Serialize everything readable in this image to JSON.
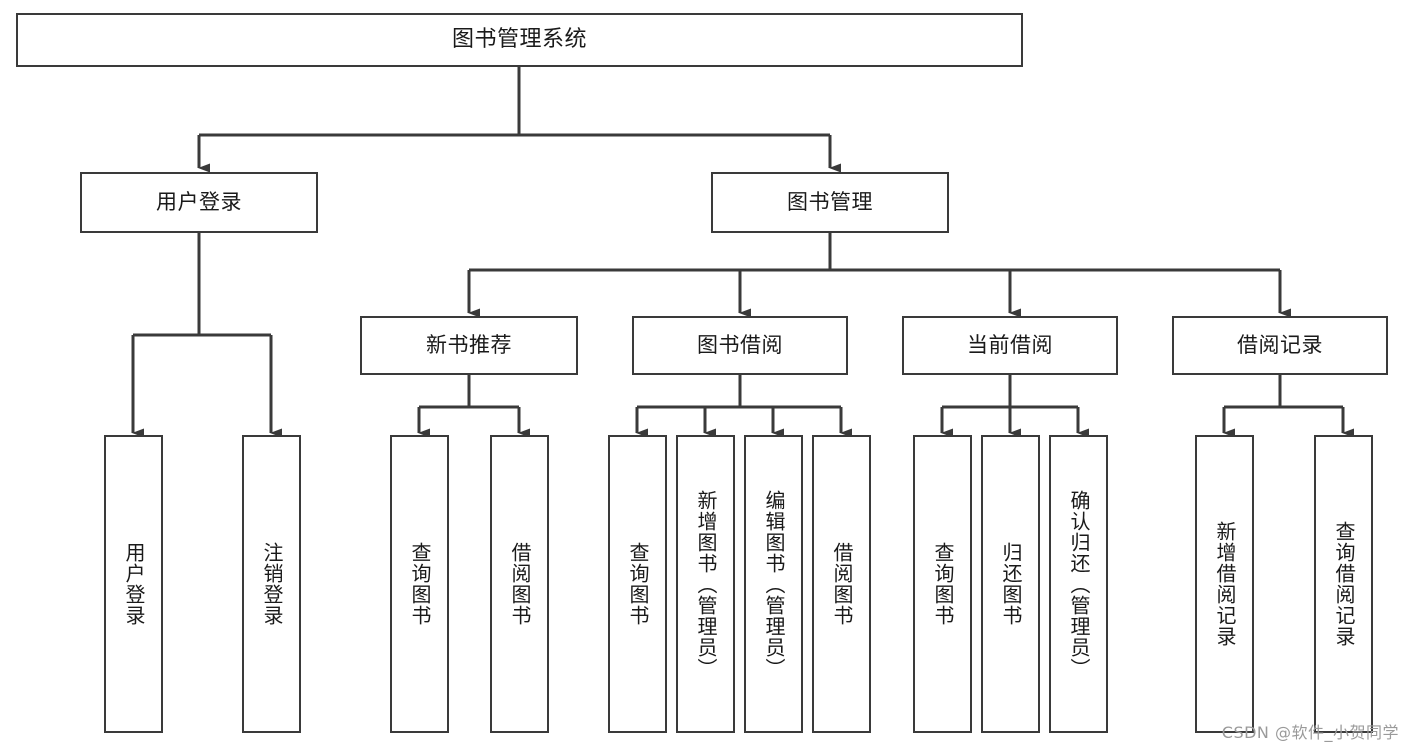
{
  "diagram": {
    "title": "图书管理系统",
    "type": "tree-hierarchy",
    "nodes": {
      "root": {
        "label": "图书管理系统"
      },
      "level1": [
        {
          "id": "user-login",
          "label": "用户登录"
        },
        {
          "id": "book-manage",
          "label": "图书管理"
        }
      ],
      "level2": [
        {
          "id": "new-book-recommend",
          "label": "新书推荐",
          "parent": "book-manage"
        },
        {
          "id": "book-borrow",
          "label": "图书借阅",
          "parent": "book-manage"
        },
        {
          "id": "current-borrow",
          "label": "当前借阅",
          "parent": "book-manage"
        },
        {
          "id": "borrow-record",
          "label": "借阅记录",
          "parent": "book-manage"
        }
      ],
      "leaves": [
        {
          "id": "leaf-user-login",
          "label": "用户登录",
          "parent": "user-login"
        },
        {
          "id": "leaf-logout",
          "label": "注销登录",
          "parent": "user-login"
        },
        {
          "id": "leaf-query-book-1",
          "label": "查询图书",
          "parent": "new-book-recommend"
        },
        {
          "id": "leaf-borrow-book-1",
          "label": "借阅图书",
          "parent": "new-book-recommend"
        },
        {
          "id": "leaf-query-book-2",
          "label": "查询图书",
          "parent": "book-borrow"
        },
        {
          "id": "leaf-add-book",
          "label": "新增图书（管理员）",
          "parent": "book-borrow"
        },
        {
          "id": "leaf-edit-book",
          "label": "编辑图书（管理员）",
          "parent": "book-borrow"
        },
        {
          "id": "leaf-borrow-book-2",
          "label": "借阅图书",
          "parent": "book-borrow"
        },
        {
          "id": "leaf-query-book-3",
          "label": "查询图书",
          "parent": "current-borrow"
        },
        {
          "id": "leaf-return-book",
          "label": "归还图书",
          "parent": "current-borrow"
        },
        {
          "id": "leaf-confirm-return",
          "label": "确认归还（管理员）",
          "parent": "current-borrow"
        },
        {
          "id": "leaf-add-record",
          "label": "新增借阅记录",
          "parent": "borrow-record"
        },
        {
          "id": "leaf-query-record",
          "label": "查询借阅记录",
          "parent": "borrow-record"
        }
      ]
    },
    "colors": {
      "stroke": "#3a3a3a",
      "fill": "#ffffff",
      "text": "#1a1a1a",
      "watermark": "#9a9a9a"
    }
  },
  "watermark": {
    "text": "CSDN @软件_小贺同学"
  }
}
